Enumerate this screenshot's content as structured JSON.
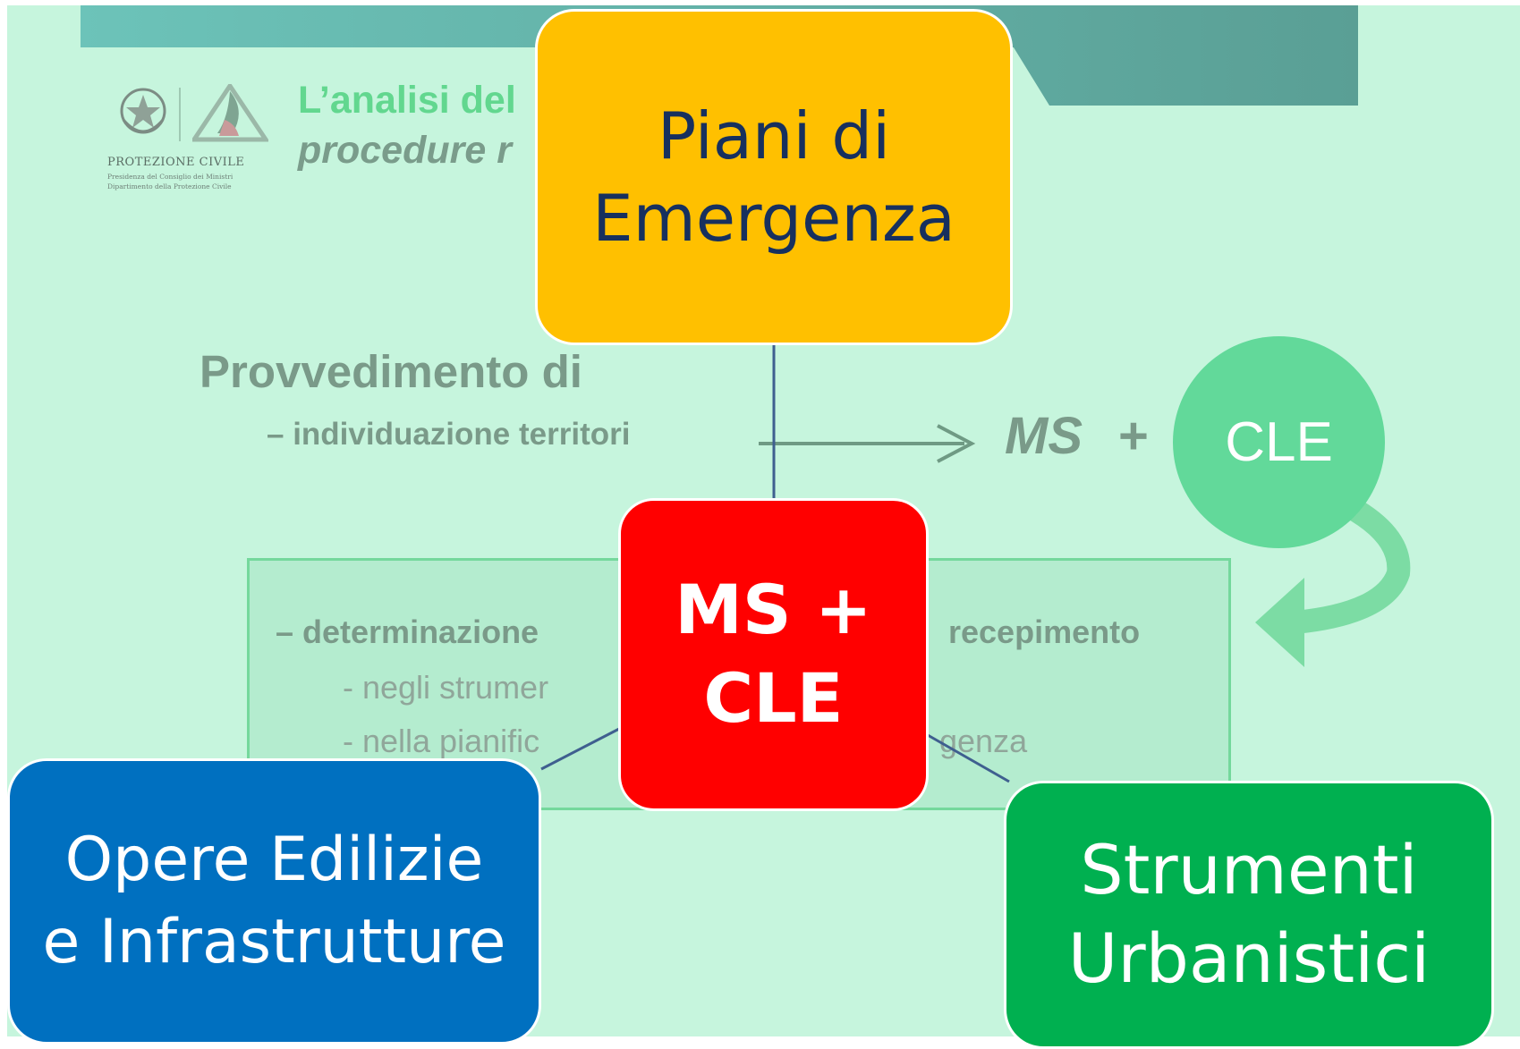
{
  "background_slide": {
    "logo_name": "PROTEZIONE CIVILE",
    "logo_sub1": "Presidenza del Consiglio dei Ministri",
    "logo_sub2": "Dipartimento della Protezione Civile",
    "title_line1": "L’analisi del",
    "title_line2": "procedure r",
    "heading": "Provvedimento di",
    "bullet1": "– individuazione territori",
    "ms_label": "MS",
    "plus_label": "+",
    "cle_circle": "CLE",
    "box_bullet_start": "– determinazione",
    "box_bullet_end": "recepimento",
    "box_sub1": "-   negli strumer",
    "box_sub2": "-   nella pianific",
    "box_sub2_end": "genza"
  },
  "nodes": {
    "top": {
      "line1": "Piani di",
      "line2": "Emergenza"
    },
    "center": {
      "line1": "MS +",
      "line2": "CLE"
    },
    "left": {
      "line1": "Opere Edilizie",
      "line2": "e Infrastrutture"
    },
    "right": {
      "line1": "Strumenti",
      "line2": "Urbanistici"
    }
  },
  "colors": {
    "slide_background": "#c6f5dd",
    "banner": "#5fa89e",
    "top_node": "#ffc000",
    "center_node": "#ff0000",
    "left_node": "#0070c0",
    "right_node": "#00b050",
    "connector": "#3f5f8f"
  }
}
